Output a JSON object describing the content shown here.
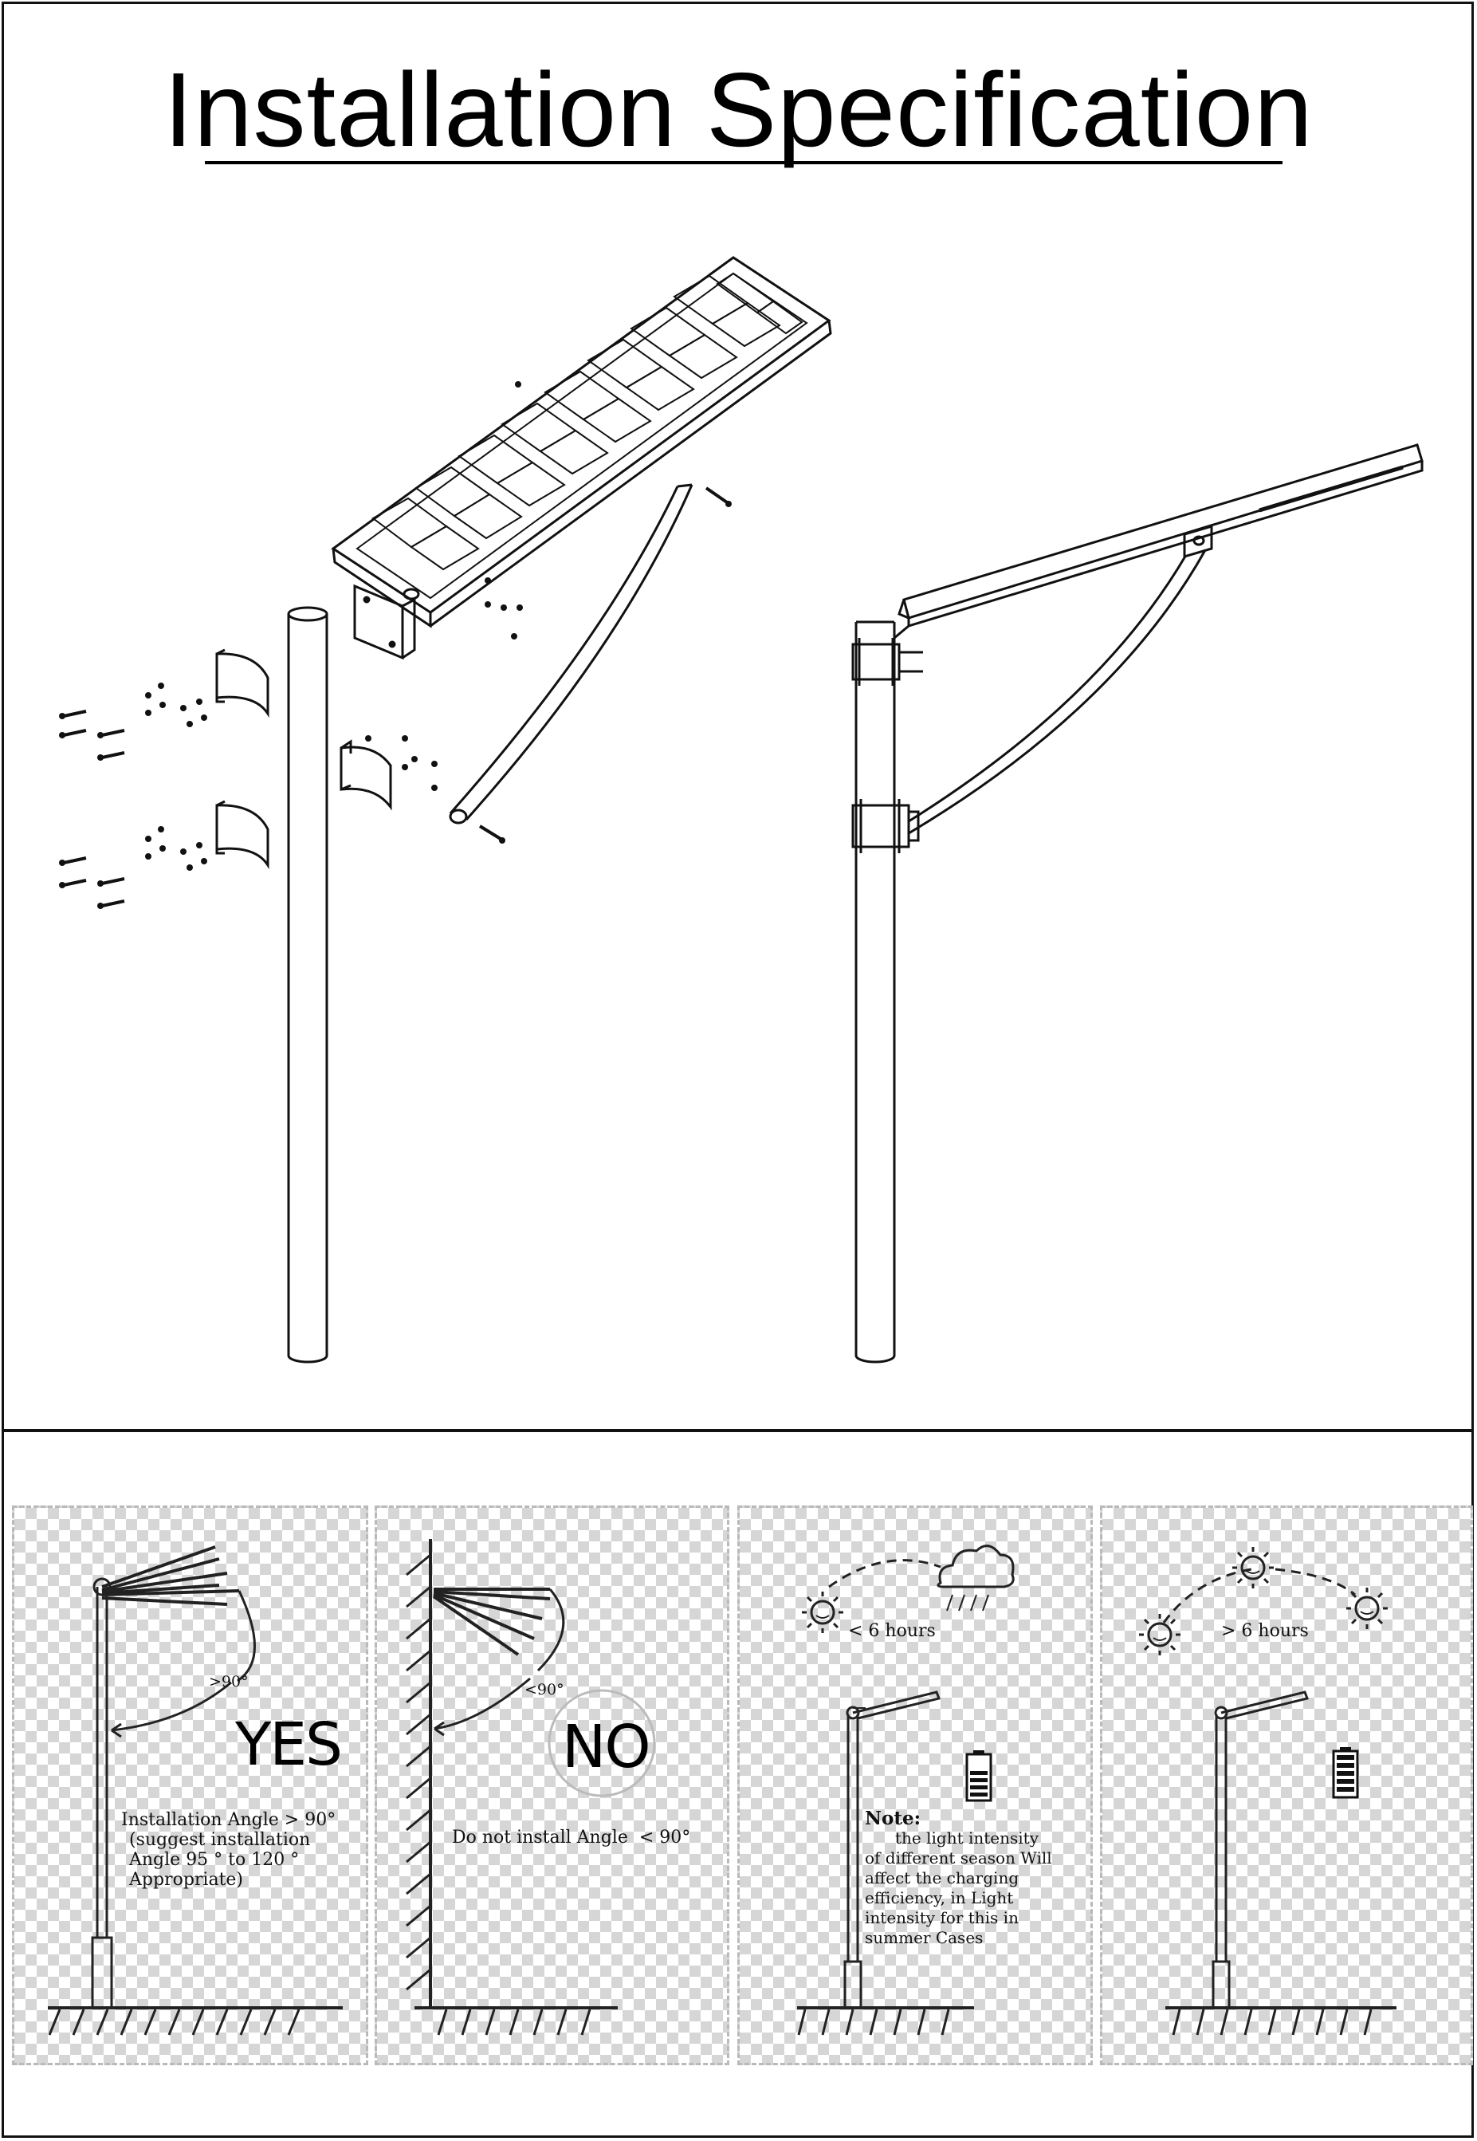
{
  "title": "Installation Specification",
  "panels": [
    {
      "angle_label": ">90°",
      "verdict": "YES",
      "lines": [
        "Installation Angle > 90°",
        "(suggest installation",
        "Angle 95 ° to 120 °",
        "Appropriate)"
      ]
    },
    {
      "angle_label": "<90°",
      "verdict": "NO",
      "lines": [
        "Do not install Angle  < 90°"
      ]
    },
    {
      "hours_label": "< 6 hours",
      "note_heading": "Note:",
      "lines": [
        "the light intensity",
        "of different season Will",
        "affect the charging",
        "efficiency, in Light",
        "intensity for this in",
        "summer Cases"
      ]
    },
    {
      "hours_label": "> 6 hours"
    }
  ],
  "icons": [
    "sun-icon",
    "cloud-rain-icon",
    "battery-icon"
  ]
}
